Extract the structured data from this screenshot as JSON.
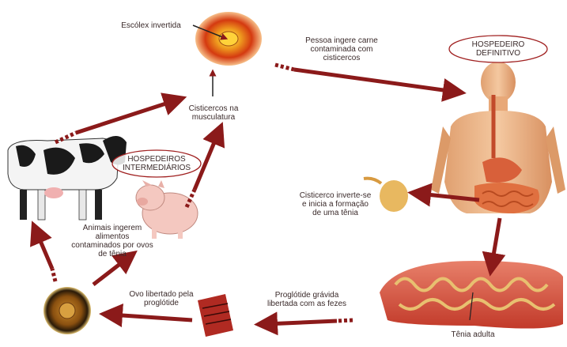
{
  "labels": {
    "scolex": "Escólex invertida",
    "ingest": "Pessoa ingere carne\ncontaminada com\ncisticercos",
    "definitive_host": "HOSPEDEIRO\nDEFINITIVO",
    "cysticerci": "Cisticercos na\nmusculatura",
    "intermediate_hosts": "HOSPEDEIROS\nINTERMEDIÁRIOS",
    "invert": "Cisticerco inverte-se\ne inicia a formação\nde uma tênia",
    "animals_eat": "Animais ingerem\nalimentos\ncontaminados por ovos\nde tênia",
    "egg_released": "Ovo libertado pela\nproglótide",
    "gravid": "Proglótide grávida\nlibertada com as fezes",
    "adult": "Tênia adulta"
  },
  "colors": {
    "arrow": "#8b1a1a",
    "oval_border": "#a02020",
    "text": "#3a2a2a"
  }
}
